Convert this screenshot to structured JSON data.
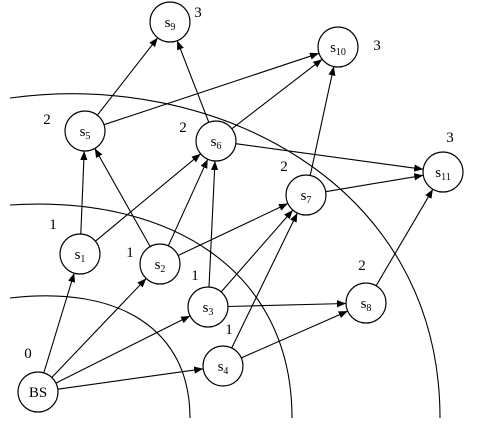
{
  "diagram": {
    "nodes": [
      {
        "id": "BS",
        "base": "BS",
        "sub": "",
        "level": "0"
      },
      {
        "id": "s1",
        "base": "s",
        "sub": "1",
        "level": "1"
      },
      {
        "id": "s2",
        "base": "s",
        "sub": "2",
        "level": "1"
      },
      {
        "id": "s3",
        "base": "s",
        "sub": "3",
        "level": "1"
      },
      {
        "id": "s4",
        "base": "s",
        "sub": "4",
        "level": "1"
      },
      {
        "id": "s5",
        "base": "s",
        "sub": "5",
        "level": "2"
      },
      {
        "id": "s6",
        "base": "s",
        "sub": "6",
        "level": "2"
      },
      {
        "id": "s7",
        "base": "s",
        "sub": "7",
        "level": "2"
      },
      {
        "id": "s8",
        "base": "s",
        "sub": "8",
        "level": "2"
      },
      {
        "id": "s9",
        "base": "s",
        "sub": "9",
        "level": "3"
      },
      {
        "id": "s10",
        "base": "s",
        "sub": "10",
        "level": "3"
      },
      {
        "id": "s11",
        "base": "s",
        "sub": "11",
        "level": "3"
      }
    ],
    "edges": [
      [
        "BS",
        "s1"
      ],
      [
        "BS",
        "s2"
      ],
      [
        "BS",
        "s3"
      ],
      [
        "BS",
        "s4"
      ],
      [
        "s1",
        "s5"
      ],
      [
        "s1",
        "s6"
      ],
      [
        "s2",
        "s5"
      ],
      [
        "s2",
        "s6"
      ],
      [
        "s2",
        "s7"
      ],
      [
        "s3",
        "s6"
      ],
      [
        "s3",
        "s7"
      ],
      [
        "s3",
        "s8"
      ],
      [
        "s4",
        "s7"
      ],
      [
        "s4",
        "s8"
      ],
      [
        "s5",
        "s9"
      ],
      [
        "s5",
        "s10"
      ],
      [
        "s6",
        "s9"
      ],
      [
        "s6",
        "s10"
      ],
      [
        "s6",
        "s11"
      ],
      [
        "s7",
        "s10"
      ],
      [
        "s7",
        "s11"
      ],
      [
        "s8",
        "s11"
      ]
    ]
  }
}
